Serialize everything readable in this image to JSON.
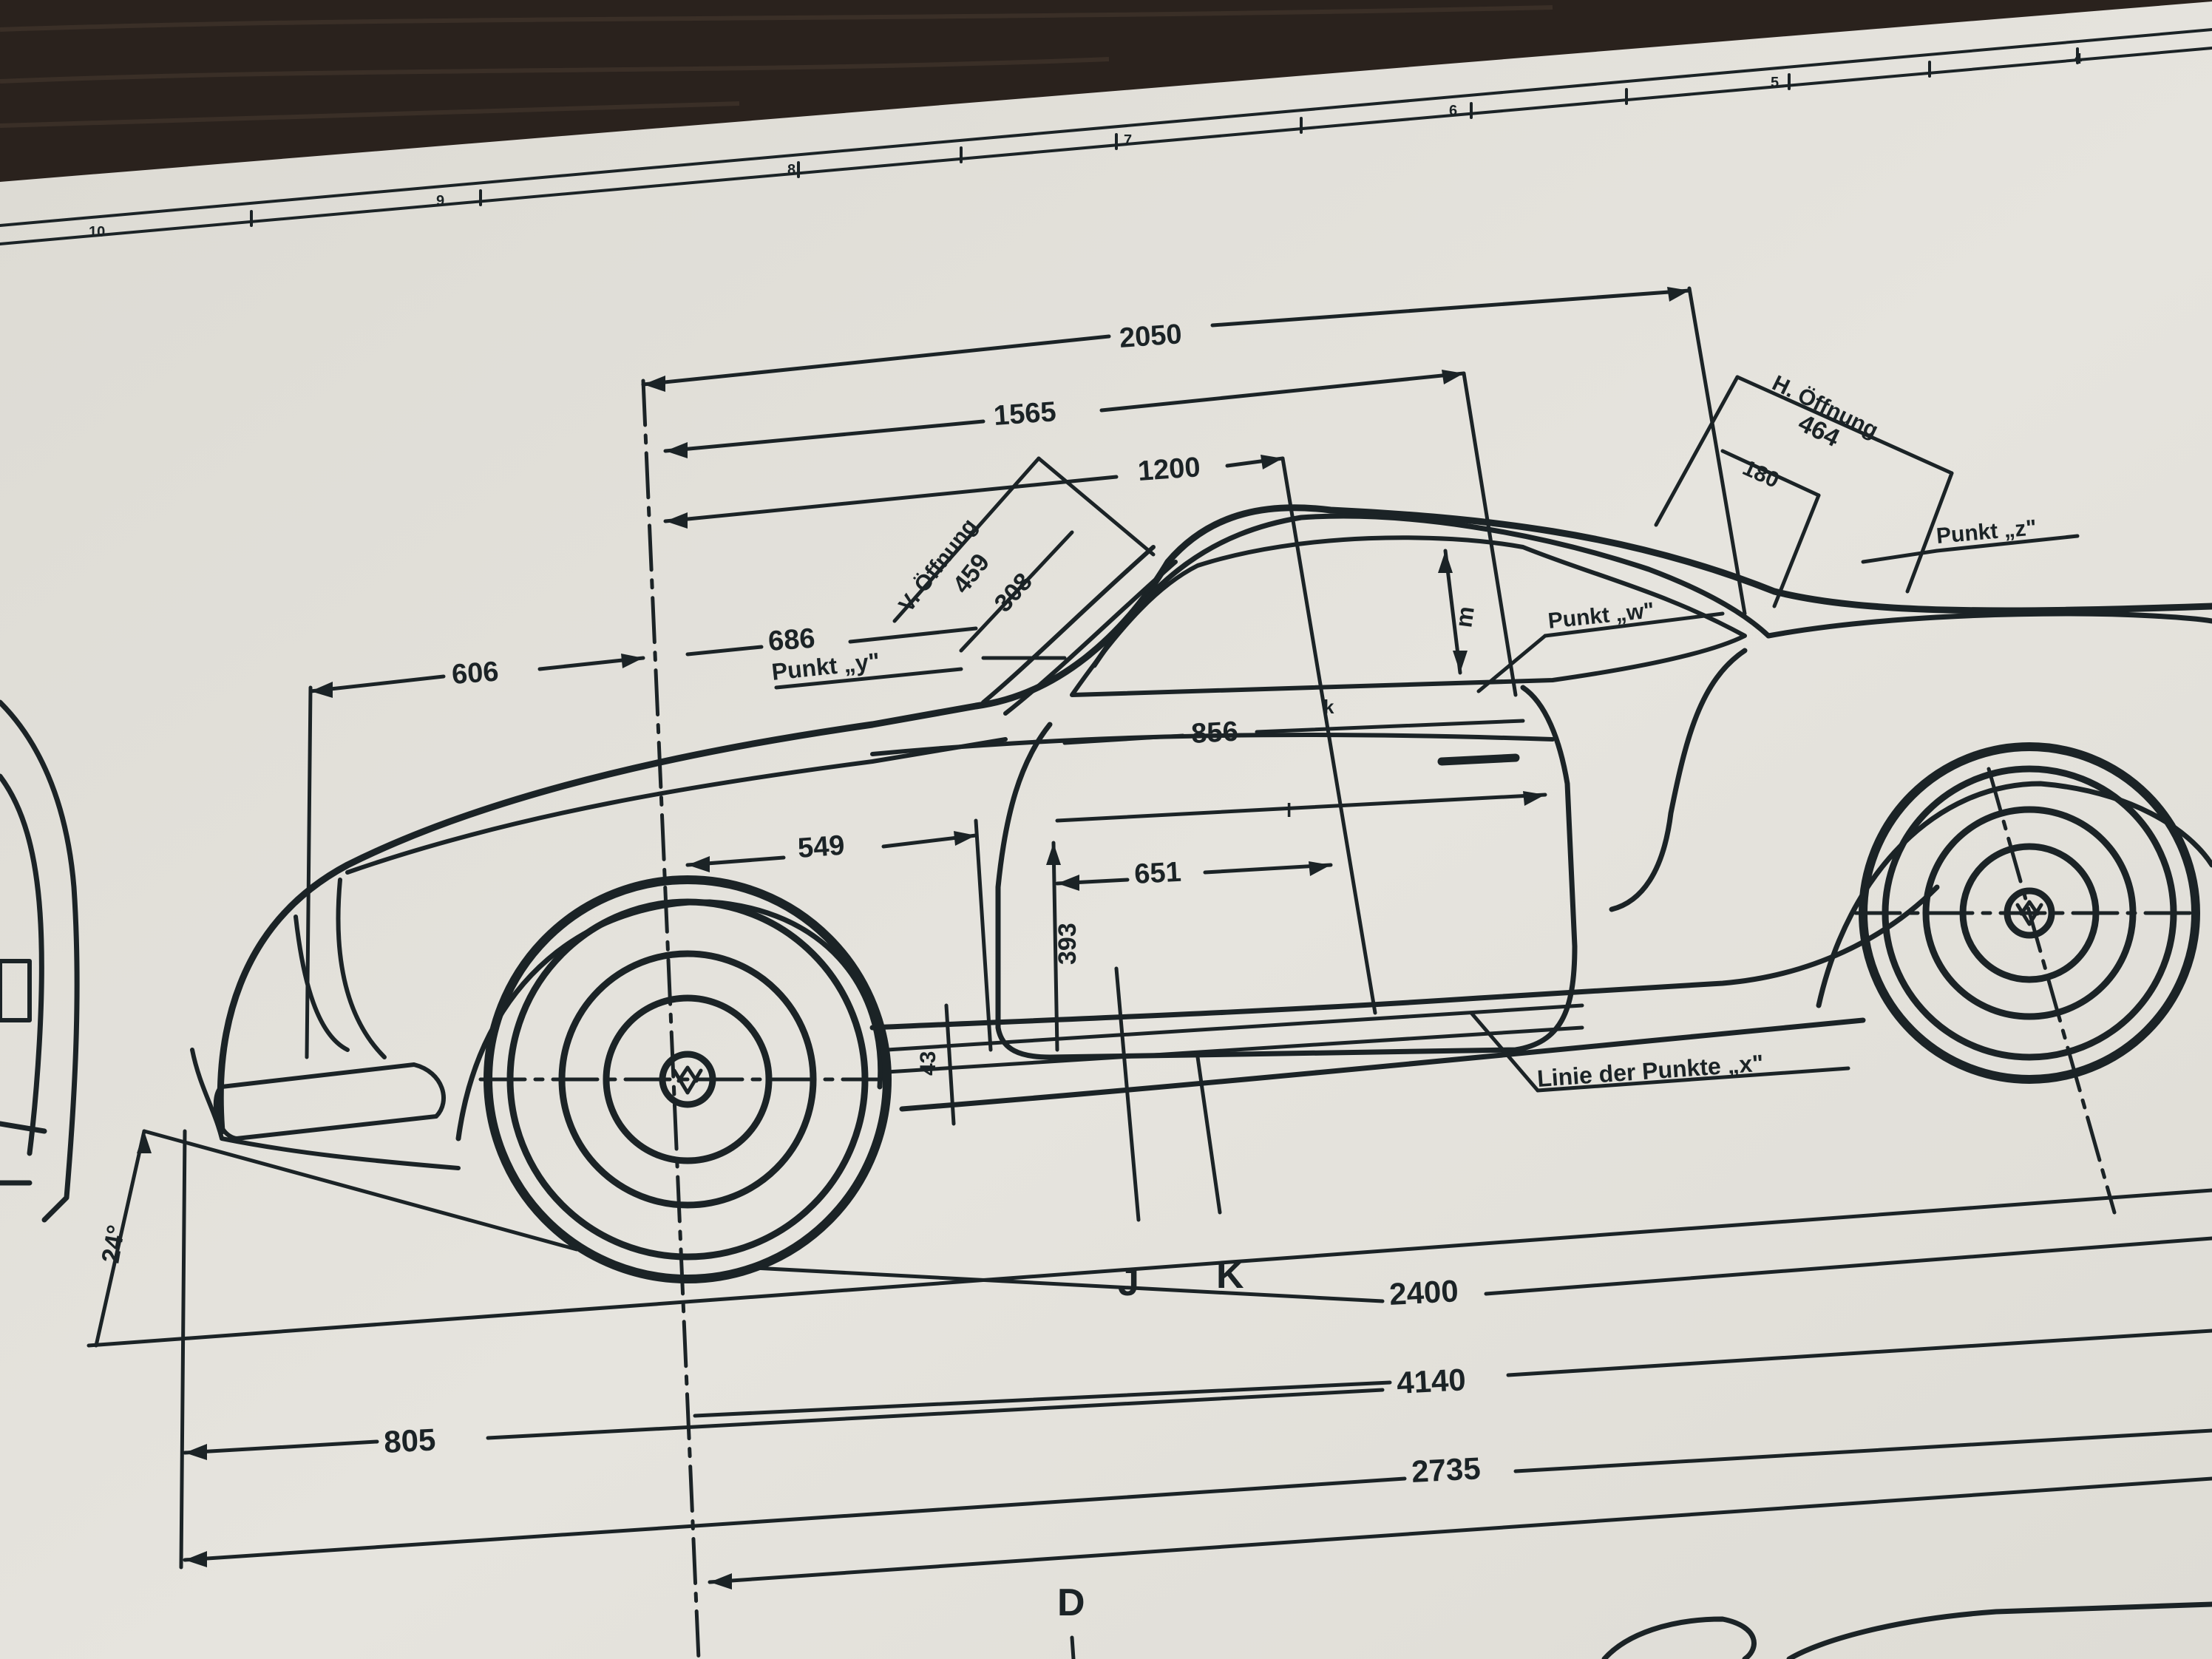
{
  "ruler": {
    "numbers": [
      "10",
      "9",
      "8",
      "7",
      "6",
      "5",
      "4"
    ]
  },
  "dimensions": {
    "d2050": "2050",
    "d1565": "1565",
    "d1200": "1200",
    "d686": "686",
    "d606": "606",
    "d856": "856",
    "d549": "549",
    "d651": "651",
    "d393": "393",
    "d43": "43",
    "d308": "308",
    "d180": "180",
    "d2400": "2400",
    "d4140": "4140",
    "d805": "805",
    "d2735": "2735",
    "angle24": "24°"
  },
  "labels": {
    "v_open_line1": "V. Öffnung",
    "v_open_line2": "459",
    "h_open_line1": "H. Öffnung",
    "h_open_line2": "464",
    "punkt_y": "Punkt „y\"",
    "punkt_w": "Punkt „w\"",
    "punkt_z": "Punkt „z\"",
    "linie_x": "Linie der Punkte „x\"",
    "letter_m": "m",
    "letter_k_small": "k",
    "letter_l": "l",
    "letter_j": "J",
    "letter_k": "K",
    "letter_d": "D"
  },
  "colors": {
    "paper": "#e4e2dc",
    "ink": "#1b2326",
    "table": "#2a221d"
  }
}
